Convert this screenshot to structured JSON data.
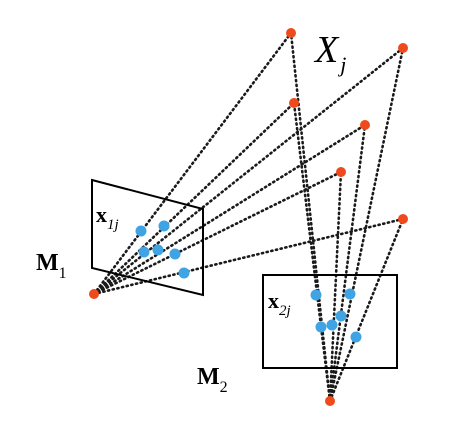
{
  "labels": {
    "world_point": "X",
    "world_point_sub": "j",
    "camera1": "M",
    "camera1_sub": "1",
    "camera2": "M",
    "camera2_sub": "2",
    "image_point1": "x",
    "image_point1_sub": "1j",
    "image_point2": "x",
    "image_point2_sub": "2j"
  },
  "colors": {
    "world_point": "#ee4a1c",
    "camera_center": "#ee4a1c",
    "image_point": "#3fa3e4",
    "ray": "#1a1a1a",
    "plane": "#000000"
  }
}
